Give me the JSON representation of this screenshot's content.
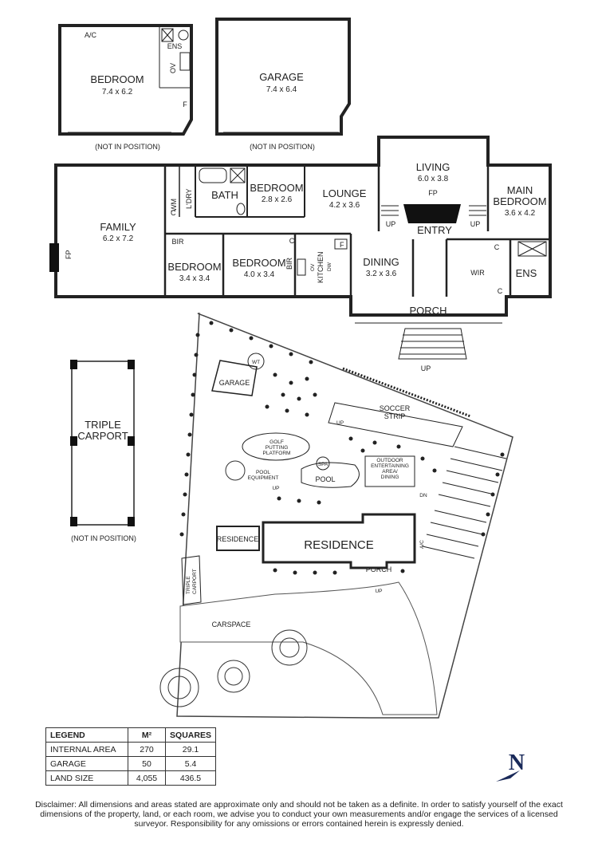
{
  "upper_floor_plan": {
    "detached_bedroom": {
      "name": "BEDROOM",
      "dims": "7.4 x 6.2",
      "ac": "A/C",
      "ens": "ENS",
      "f": "F",
      "ov": "OV",
      "note": "(NOT IN POSITION)"
    },
    "detached_garage": {
      "name": "GARAGE",
      "dims": "7.4 x 6.4",
      "note": "(NOT IN POSITION)"
    },
    "family": {
      "name": "FAMILY",
      "dims": "6.2 x 7.2",
      "fp": "FP"
    },
    "ldry": {
      "name": "L'DRY",
      "wm": "WM",
      "c": "C"
    },
    "bath": {
      "name": "BATH"
    },
    "bedroom_small": {
      "name": "BEDROOM",
      "dims": "2.8 x 2.6"
    },
    "lounge": {
      "name": "LOUNGE",
      "dims": "4.2 x 3.6"
    },
    "living": {
      "name": "LIVING",
      "dims": "6.0 x 3.8",
      "fp": "FP"
    },
    "main_bedroom": {
      "name": "MAIN BEDROOM",
      "line1": "MAIN",
      "line2": "BEDROOM",
      "dims": "3.6 x 4.2"
    },
    "entry": {
      "name": "ENTRY"
    },
    "up1": "UP",
    "up2": "UP",
    "bedroom_3": {
      "name": "BEDROOM",
      "dims": "3.4 x 3.4",
      "bir": "BIR"
    },
    "bedroom_4": {
      "name": "BEDROOM",
      "dims": "4.0 x 3.4",
      "bir": "BIR",
      "c": "C"
    },
    "kitchen": {
      "name": "KITCHEN",
      "f": "F",
      "ov": "OV",
      "dw": "DW"
    },
    "dining": {
      "name": "DINING",
      "dims": "3.2 x 3.6"
    },
    "wir": {
      "name": "WIR",
      "c1": "C",
      "c2": "C"
    },
    "ens": {
      "name": "ENS"
    },
    "porch": {
      "name": "PORCH",
      "up": "UP"
    }
  },
  "site_plan": {
    "triple_carport": {
      "line1": "TRIPLE",
      "line2": "CARPORT",
      "note": "(NOT IN POSITION)"
    },
    "wt": "WT",
    "garage": "GARAGE",
    "up_soccer": "UP",
    "soccer_strip": {
      "line1": "SOCCER",
      "line2": "STRIP"
    },
    "golf": {
      "line1": "GOLF",
      "line2": "PUTTING",
      "line3": "PLATFORM"
    },
    "spa": "SPA",
    "pool": "POOL",
    "pool_equipment": {
      "line1": "POOL",
      "line2": "EQUIPMENT"
    },
    "outdoor": {
      "line1": "OUTDOOR",
      "line2": "ENTERTAINING",
      "line3": "AREA/",
      "line4": "DINING"
    },
    "up_pool": "UP",
    "dn": "DN",
    "residence_small": "RESIDENCE",
    "residence_main": "RESIDENCE",
    "porch": "PORCH",
    "up_porch": "UP",
    "ac": "A/C",
    "carport_side": {
      "line1": "TRIPLE",
      "line2": "CARPORT"
    },
    "carspace": "CARSPACE",
    "north": "N"
  },
  "legend": {
    "headers": [
      "LEGEND",
      "M²",
      "SQUARES"
    ],
    "rows": [
      {
        "label": "INTERNAL AREA",
        "m2": "270",
        "squares": "29.1"
      },
      {
        "label": "GARAGE",
        "m2": "50",
        "squares": "5.4"
      },
      {
        "label": "LAND SIZE",
        "m2": "4,055",
        "squares": "436.5"
      }
    ]
  },
  "disclaimer": "Disclaimer: All dimensions and areas stated are approximate only and should not be taken as a definite. In order to satisfy yourself of the exact dimensions of the property, land, or each room, we advise you to conduct your own measurements and/or engage the services of a licensed surveyor. Responsibility for any omissions or errors contained herein is expressly denied.",
  "colors": {
    "walls": "#222222",
    "background": "#ffffff",
    "fireplace": "#111111"
  }
}
